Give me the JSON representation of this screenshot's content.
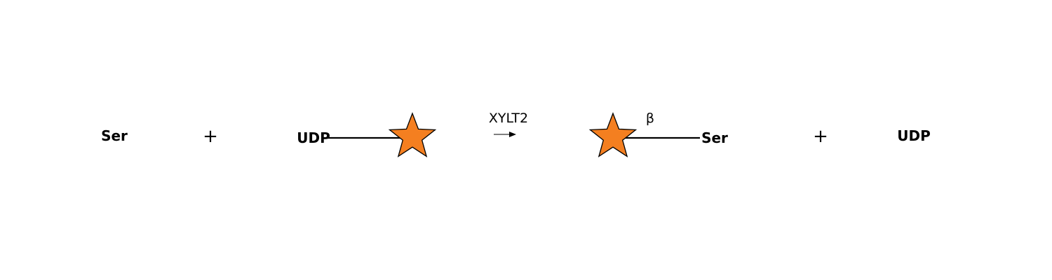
{
  "reaction": {
    "substrate_label": "Ser",
    "plus_1": "+",
    "donor": {
      "carrier_label": "UDP",
      "sugar_icon": "xylose-star-icon"
    },
    "enzyme_label": "XYLT2",
    "product": {
      "sugar_icon": "xylose-star-icon",
      "linkage_label": "β",
      "acceptor_label": "Ser"
    },
    "plus_2": "+",
    "byproduct_label": "UDP"
  },
  "colors": {
    "xylose_fill": "#F47F20",
    "stroke": "#000000"
  }
}
